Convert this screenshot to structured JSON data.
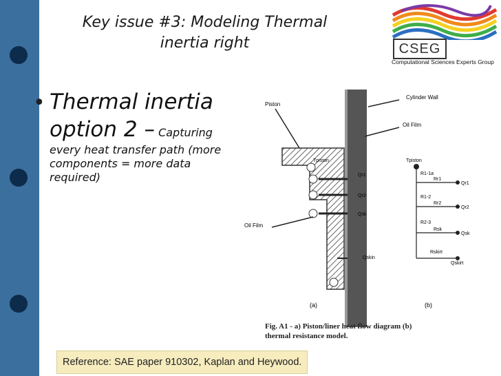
{
  "slide": {
    "title_line1": "Key issue #3: Modeling Thermal",
    "title_line2": "inertia right",
    "bullet_large": "Thermal inertia option 2 –",
    "bullet_small_1": "Capturing every heat transfer path",
    "bullet_small_2": "(more components = more data required)",
    "reference": "Reference: SAE paper 910302, Kaplan and Heywood."
  },
  "logo": {
    "badge": "CSEG",
    "caption": "Computational Sciences Experts Group"
  },
  "figure": {
    "labels": {
      "piston": "Piston",
      "cylinder_wall": "Cylinder Wall",
      "oil_film_top": "Oil Film",
      "oil_film_left": "Oil Film",
      "tpiston_a": "Tpiston",
      "tpiston_b": "Tpiston",
      "q1": "Qr1",
      "q2": "Qr2",
      "qsk": "Qsk",
      "qskin_a": "Qskin",
      "r11a": "R1-1a",
      "r1": "Rr1",
      "qr1": "Qr1",
      "r12": "R1-2",
      "r2": "Rr2",
      "qr2": "Qr2",
      "r23": "R2-3",
      "r3": "Rsk",
      "qsk_b": "Qsk",
      "rskirt": "Rskirt",
      "qskirt": "Qskirt",
      "panel_a": "(a)",
      "panel_b": "(b)"
    },
    "caption_line1": "Fig. A1 - a) Piston/liner heat flow diagram (b)",
    "caption_line2": "thermal resistance model."
  },
  "colors": {
    "left_bar": "#3b6f9e",
    "dots": "#0d2b4a",
    "reference_bg": "#f6ecbe"
  }
}
